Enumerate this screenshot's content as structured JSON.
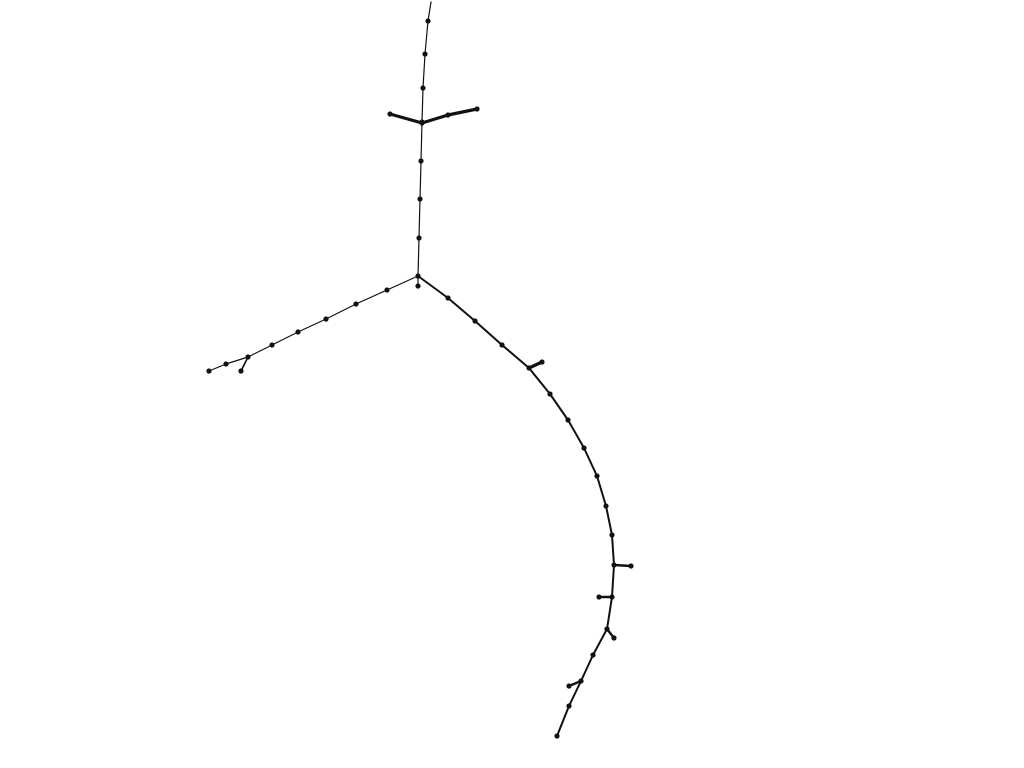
{
  "diagram": {
    "type": "branching-tree-skeleton",
    "colors": {
      "background": "#ffffff",
      "line": "#111111",
      "node": "#111111"
    },
    "branches": [
      {
        "name": "upper-trunk"
      },
      {
        "name": "crossbar"
      },
      {
        "name": "left-branch"
      },
      {
        "name": "left-tip-fork"
      },
      {
        "name": "right-arc"
      },
      {
        "name": "right-side-spur-1"
      },
      {
        "name": "right-side-spur-2"
      },
      {
        "name": "right-side-spur-3"
      },
      {
        "name": "right-side-spur-4"
      },
      {
        "name": "right-side-spur-5"
      }
    ]
  }
}
